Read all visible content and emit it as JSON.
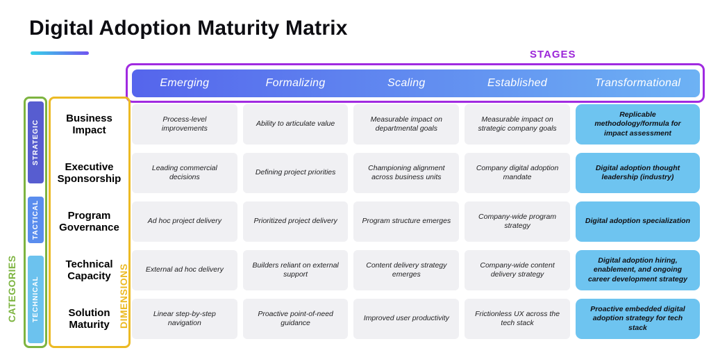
{
  "title": "Digital Adoption Maturity Matrix",
  "labels": {
    "stages": "STAGES",
    "categories": "CATEGORIES",
    "dimensions": "DIMENSIONS"
  },
  "stages": [
    "Emerging",
    "Formalizing",
    "Scaling",
    "Established",
    "Transformational"
  ],
  "categories": [
    {
      "label": "STRATEGIC",
      "color": "#575dd0"
    },
    {
      "label": "TACTICAL",
      "color": "#5a8dee"
    },
    {
      "label": "TECHNICAL",
      "color": "#6cc2ee"
    }
  ],
  "rows": [
    {
      "dimension": "Business Impact",
      "cells": [
        "Process-level improvements",
        "Ability to articulate value",
        "Measurable impact on departmental goals",
        "Measurable impact on strategic company goals",
        "Replicable methodology/formula for impact assessment"
      ]
    },
    {
      "dimension": "Executive Sponsorship",
      "cells": [
        "Leading commercial decisions",
        "Defining project priorities",
        "Championing alignment across business units",
        "Company digital adoption mandate",
        "Digital adoption thought leadership (industry)"
      ]
    },
    {
      "dimension": "Program Governance",
      "cells": [
        "Ad hoc project delivery",
        "Prioritized project delivery",
        "Program structure emerges",
        "Company-wide program strategy",
        "Digital adoption specialization"
      ]
    },
    {
      "dimension": "Technical Capacity",
      "cells": [
        "External ad hoc delivery",
        "Builders reliant on external support",
        "Content delivery strategy emerges",
        "Company-wide content delivery strategy",
        "Digital adoption hiring, enablement, and ongoing career development strategy"
      ]
    },
    {
      "dimension": "Solution Maturity",
      "cells": [
        "Linear step-by-step navigation",
        "Proactive point-of-need guidance",
        "Improved user productivity",
        "Frictionless UX across the tech stack",
        "Proactive embedded digital adoption strategy for tech stack"
      ]
    }
  ],
  "colors": {
    "stages_border": "#a02ae0",
    "stages_label": "#9c27d9",
    "header_gradient_start": "#5565ec",
    "header_gradient_end": "#6db2f4",
    "cell_bg": "#f0f0f3",
    "highlight_cell_bg": "#6ec4f0",
    "categories_accent": "#7db440",
    "dimensions_accent": "#ecba24",
    "underline_gradient_start": "#35d3e8",
    "underline_gradient_end": "#7055f0"
  }
}
